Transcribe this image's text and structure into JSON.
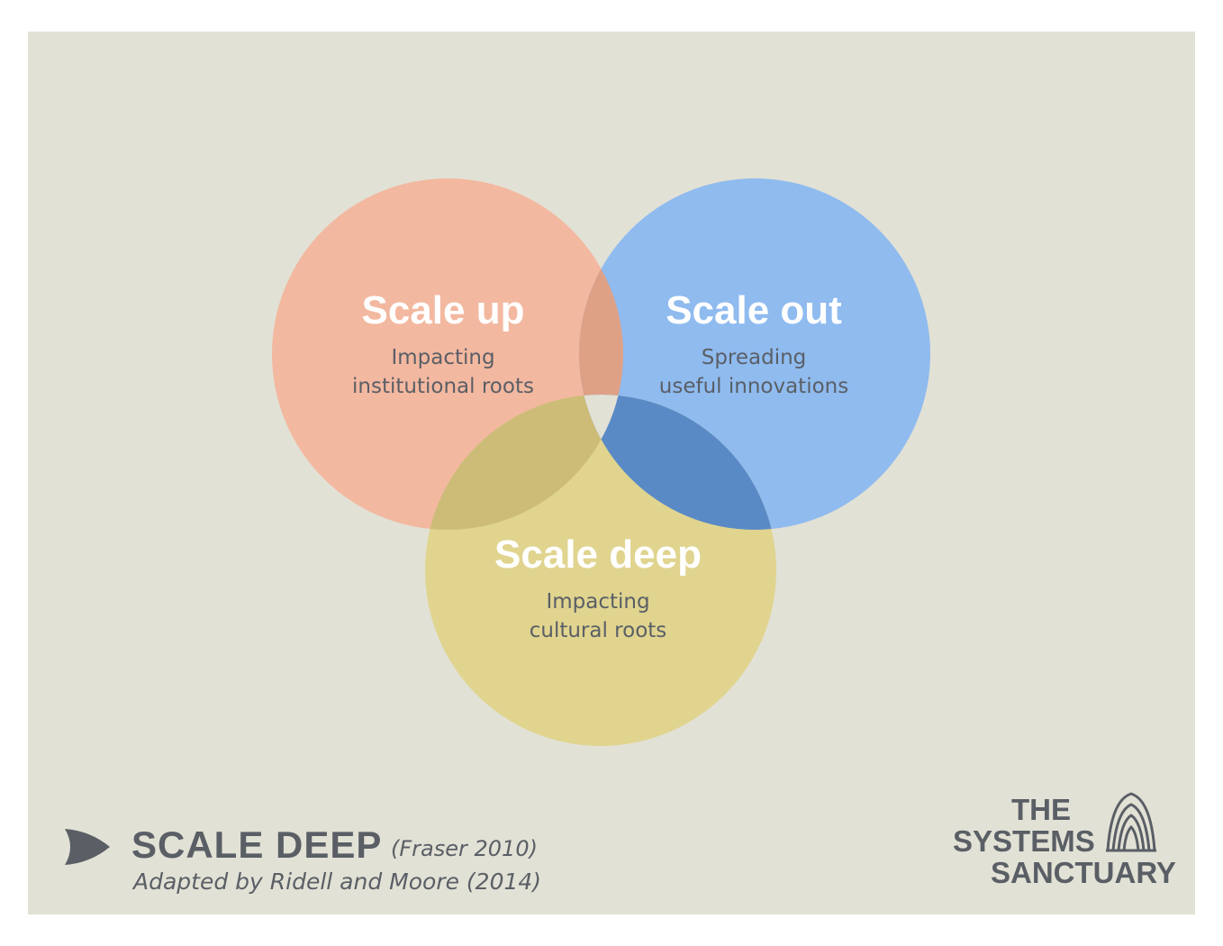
{
  "diagram": {
    "circles": [
      {
        "id": "scale-up",
        "title": "Scale up",
        "desc_line1": "Impacting",
        "desc_line2": "institutional roots",
        "color": "#f3a48a"
      },
      {
        "id": "scale-out",
        "title": "Scale out",
        "desc_line1": "Spreading",
        "desc_line2": "useful innovations",
        "color": "#7cb0f0"
      },
      {
        "id": "scale-deep",
        "title": "Scale deep",
        "desc_line1": "Impacting",
        "desc_line2": "cultural roots",
        "color": "#dfcc7c"
      }
    ]
  },
  "footer": {
    "title": "SCALE DEEP",
    "citation": "(Fraser 2010)",
    "subtitle": "Adapted by Ridell and Moore (2014)"
  },
  "logo": {
    "line1": "THE",
    "line2": "SYSTEMS",
    "line3": "SANCTUARY"
  },
  "colors": {
    "background": "#e2e1d5",
    "text": "#5a5f66"
  }
}
